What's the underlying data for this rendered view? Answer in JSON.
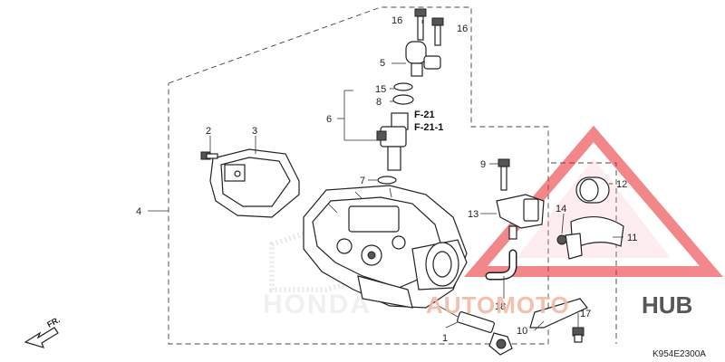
{
  "diagram": {
    "code": "K954E2300A",
    "direction": "FR.",
    "refs": [
      "F-21",
      "F-21-1"
    ],
    "callouts": {
      "c1": "1",
      "c2": "2",
      "c3": "3",
      "c4": "4",
      "c5": "5",
      "c6": "6",
      "c7": "7",
      "c8": "8",
      "c9": "9",
      "c10": "10",
      "c11": "11",
      "c12": "12",
      "c13": "13",
      "c14": "14",
      "c15": "15",
      "c16a": "16",
      "c16b": "16",
      "c17": "17",
      "c18": "18"
    }
  },
  "watermark": {
    "brand_left": "AUTOMOTO",
    "brand_right": "HUB",
    "faint_logo": "HONDA",
    "colors": {
      "red": "#e8262b",
      "dark": "#2a2a2a",
      "faint": "#d8d8d8"
    }
  }
}
